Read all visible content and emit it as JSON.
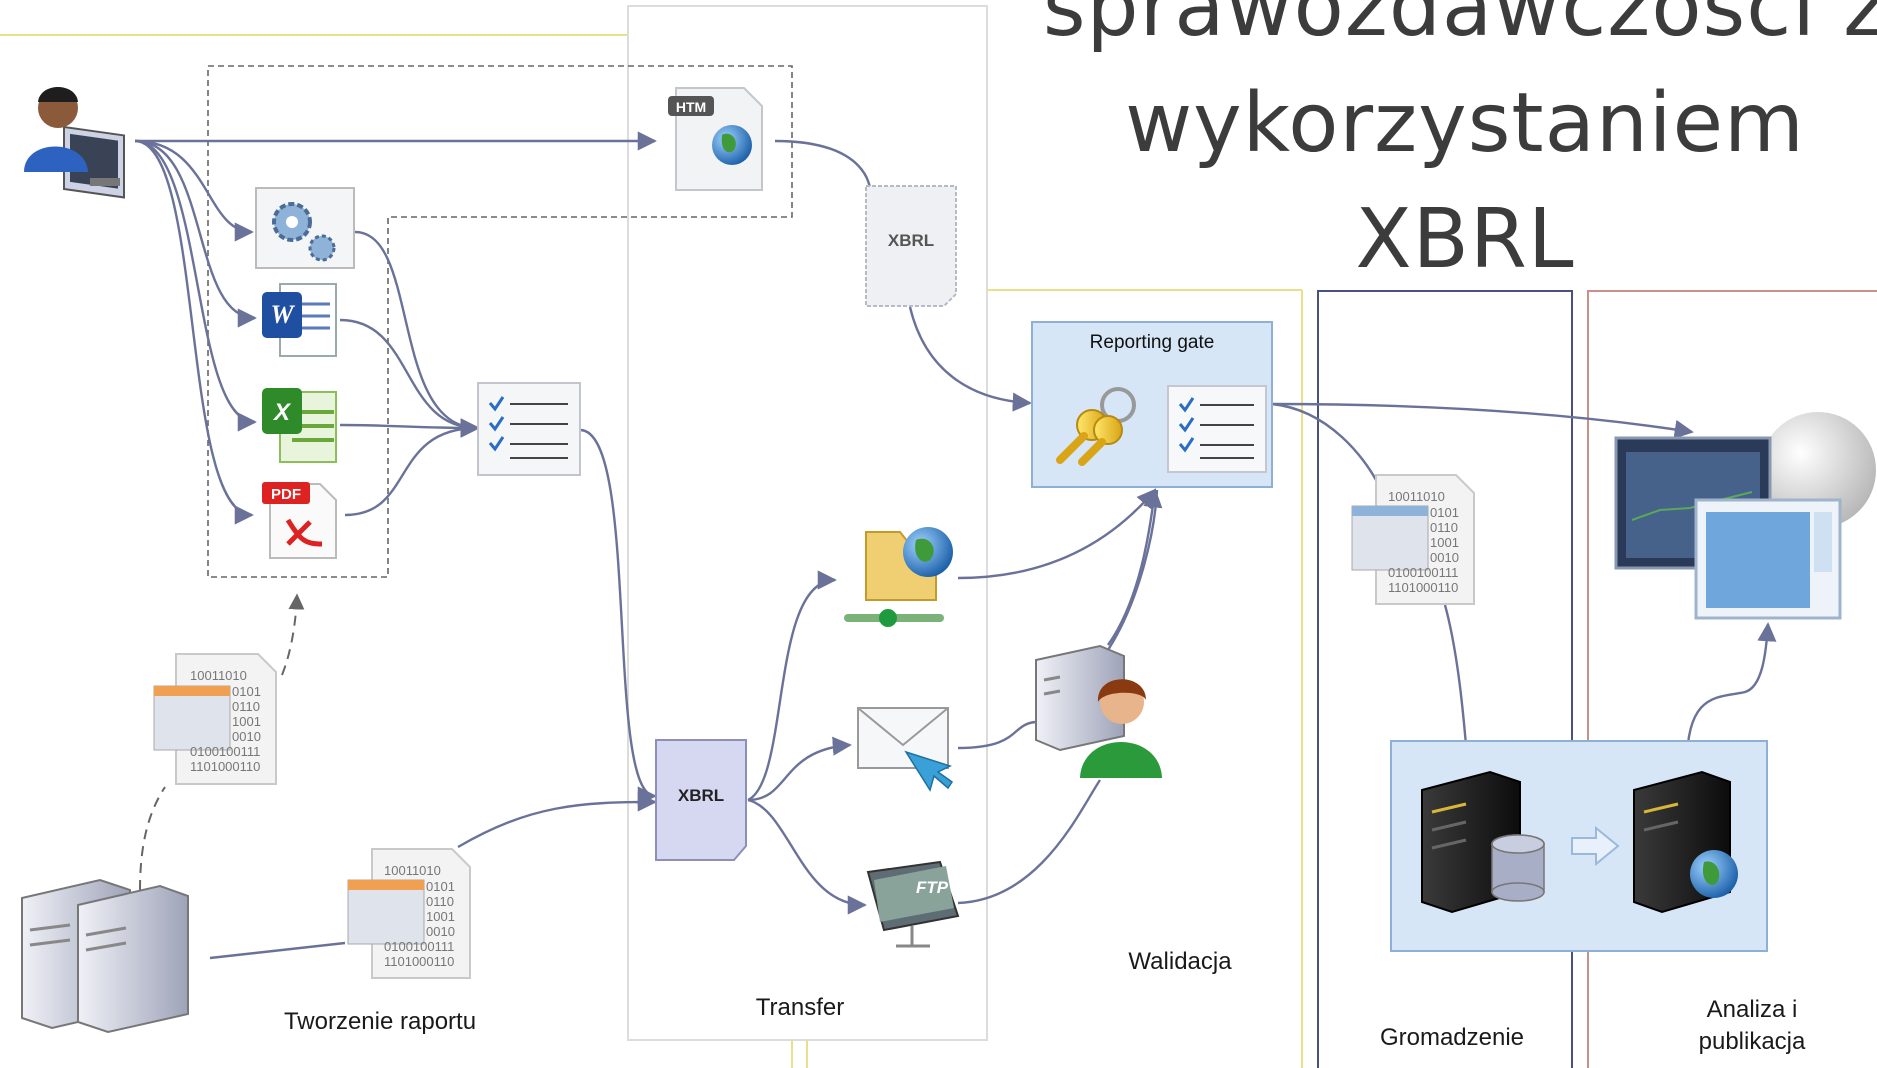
{
  "title": {
    "line1": "sprawozdawczości z",
    "line2": "wykorzystaniem",
    "line3": "XBRL"
  },
  "phases": {
    "creation": "Tworzenie raportu",
    "transfer": "Transfer",
    "validation": "Walidacja",
    "collection": "Gromadzenie",
    "analysis_line1": "Analiza i",
    "analysis_line2": "publikacja"
  },
  "gate": {
    "label": "Reporting gate"
  },
  "docs": {
    "xbrl_top": "XBRL",
    "xbrl_mid": "XBRL",
    "htm": "HTM",
    "ftp": "FTP",
    "pdf": "PDF",
    "binary": [
      "10011010",
      "0101",
      "0110",
      "1001",
      "0010",
      "0100100111",
      "1101000110"
    ]
  },
  "icons": [
    "user-workstation-icon",
    "gears-app-icon",
    "word-doc-icon",
    "excel-sheet-icon",
    "pdf-doc-icon",
    "checklist-icon",
    "htm-web-doc-icon",
    "xbrl-doc-icon",
    "web-folder-icon",
    "email-icon",
    "ftp-folder-icon",
    "server-pair-icon",
    "data-file-icon",
    "keys-icon",
    "operator-icon",
    "rack-server-icon",
    "database-icon",
    "globe-icon",
    "report-windows-icon"
  ],
  "colors": {
    "arrow": "#6a7299",
    "gate_fill": "#d6e6f6",
    "gate_border": "#8eb0d5",
    "xbrl_fill": "#d5d8f0",
    "phase_yellow": "#e8e08a",
    "phase_navy": "#4a5080",
    "phase_red": "#c9908a"
  }
}
